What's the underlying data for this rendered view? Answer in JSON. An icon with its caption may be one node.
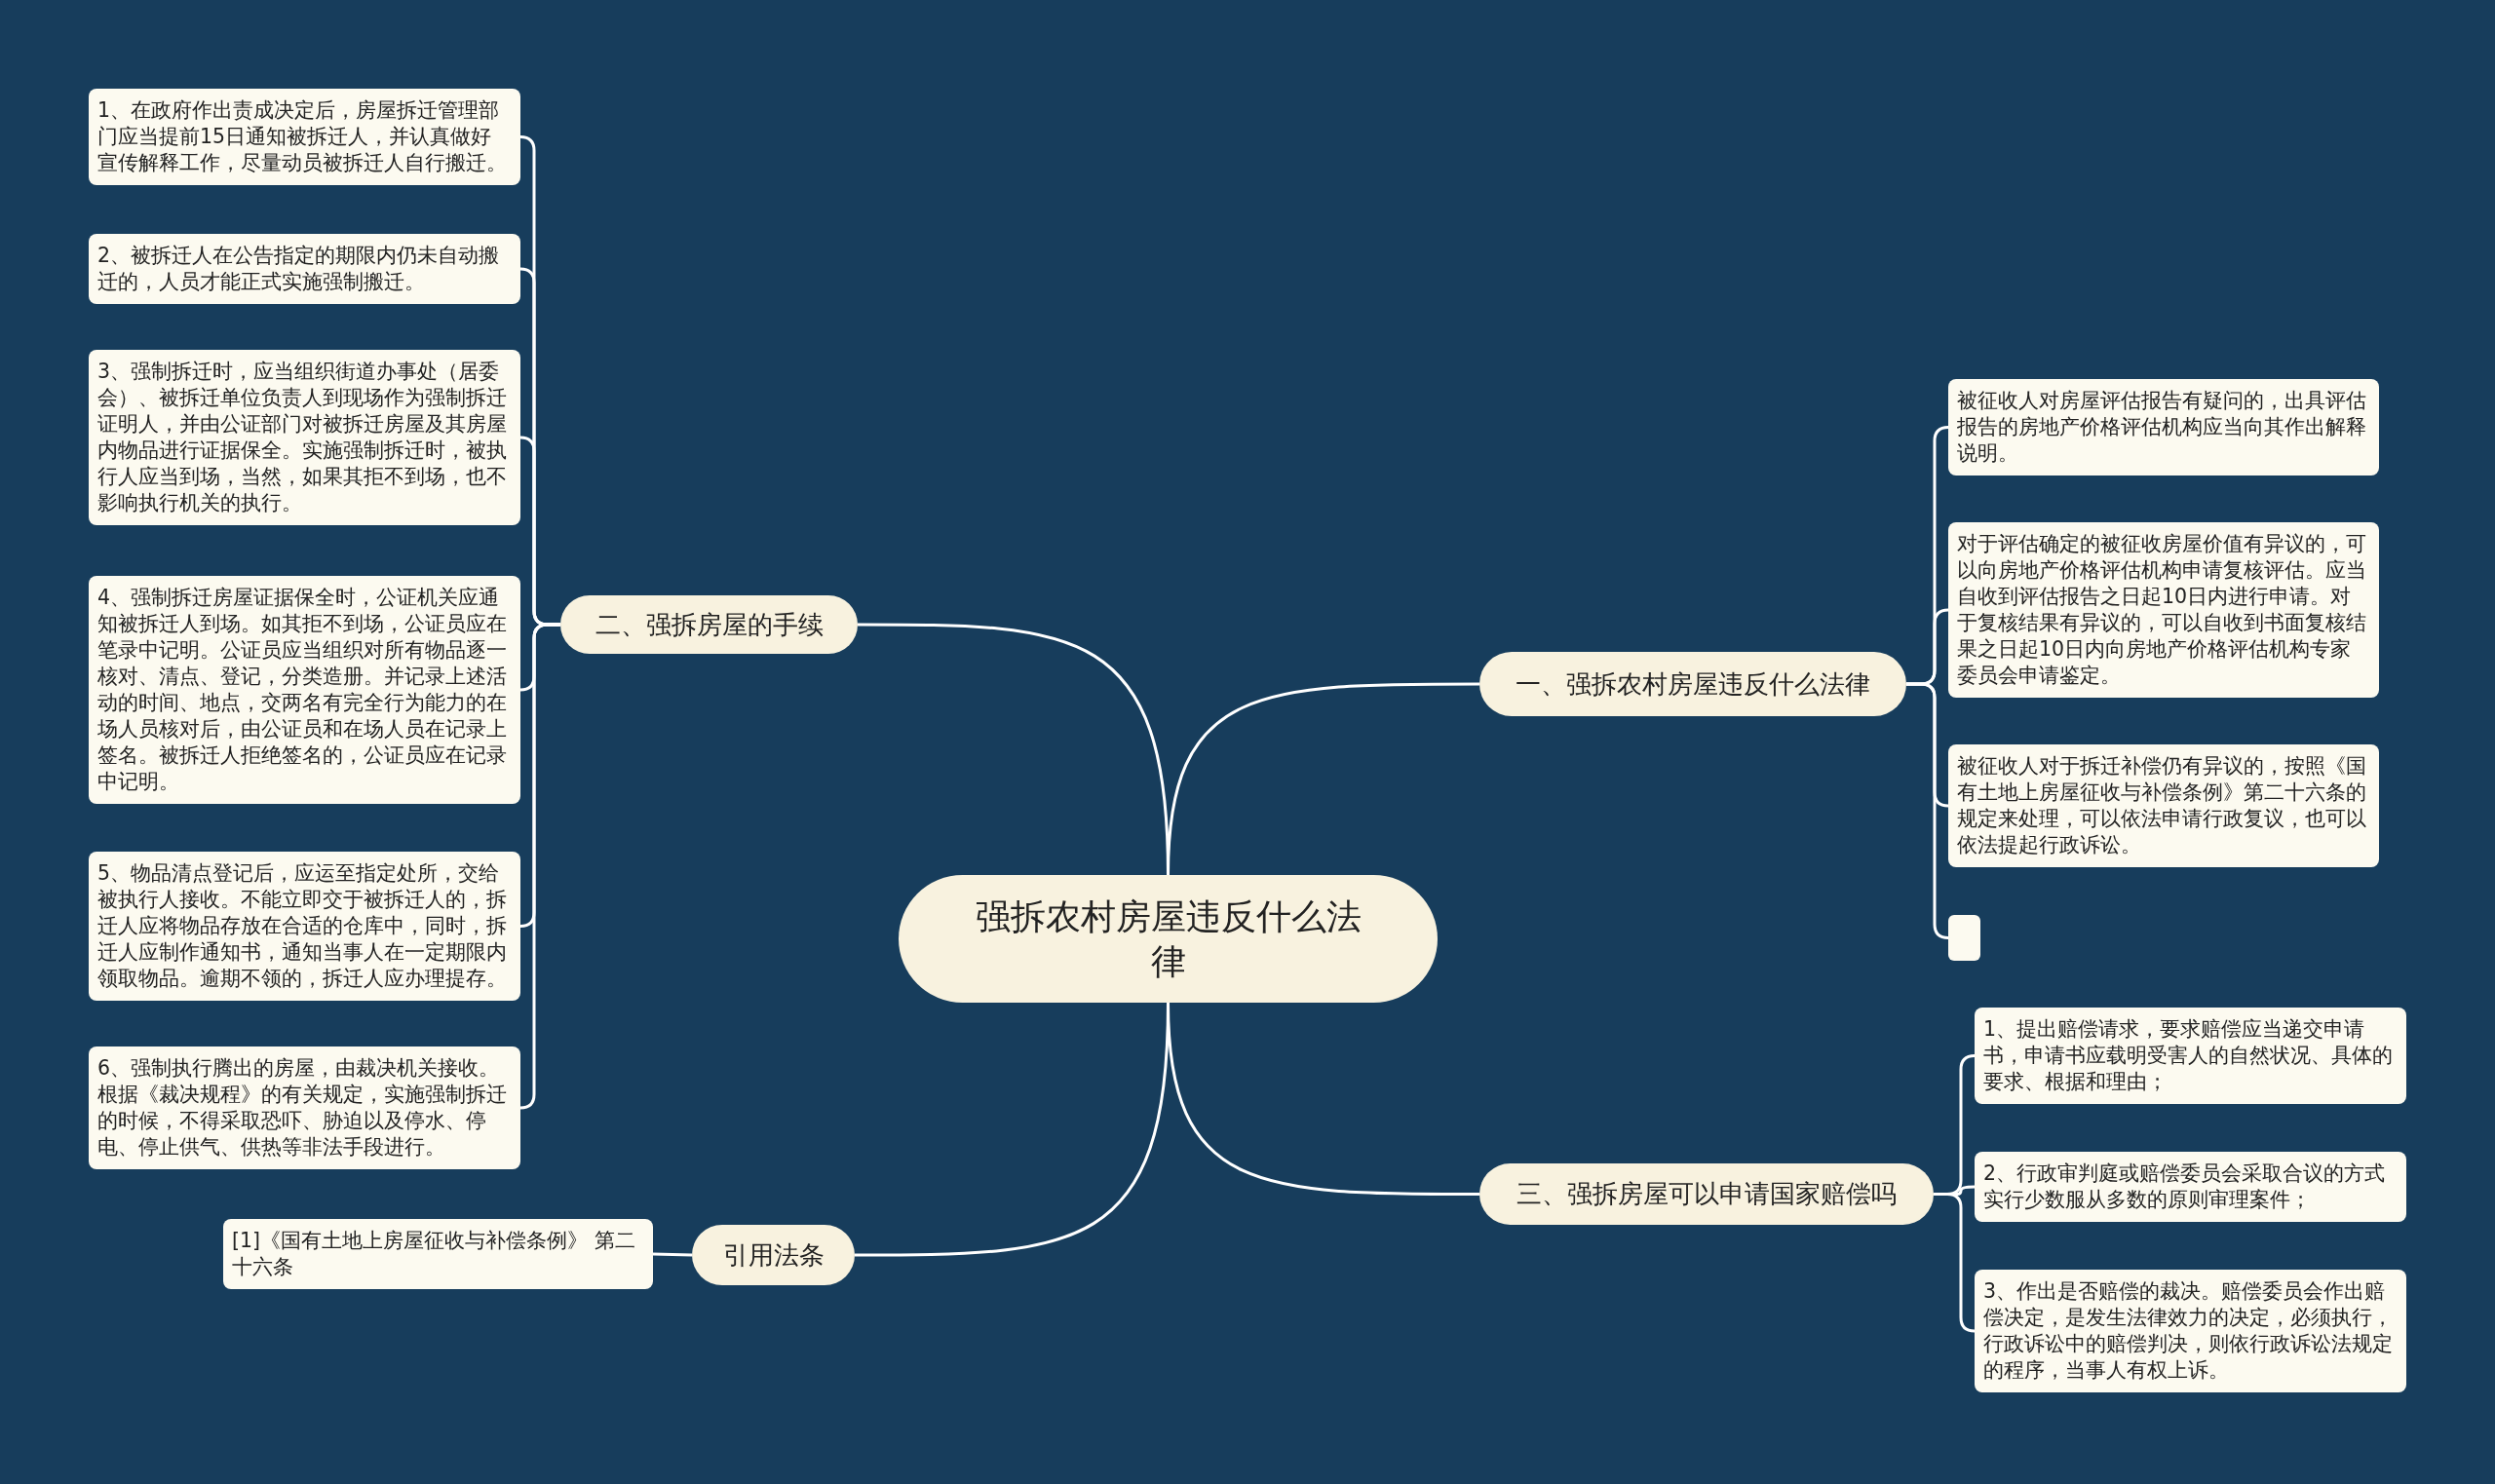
{
  "diagram": {
    "nodes": [
      {
        "text": [
          "强拆农村房屋违反什么法律"
        ]
      },
      {
        "text": [
          "一、强拆农村房屋违反什么法律"
        ]
      },
      {
        "text": [
          "被征收人对房屋评估报告有疑问的，出具评估报告的房地产价格评估机构应当向其作出解释说明。"
        ]
      },
      {
        "text": [
          "对于评估确定的被征收房屋价值有异议的，可以向房地产价格评估机构申请复核评估。应当自收到评估报告之日起10日内进行申请。对于复核结果有异议的，可以自收到书面复核结果之日起10日内向房地产价格评估机构专家委员会申请鉴定。"
        ]
      },
      {
        "text": [
          "被征收人对于拆迁补偿仍有异议的，按照《国有土地上房屋征收与补偿条例》第二十六条的规定来处理，可以依法申请行政复议，也可以依法提起行政诉讼。"
        ]
      },
      {
        "text": [],
        "shape": "box"
      },
      {
        "text": [
          "二、强拆房屋的手续"
        ]
      },
      {
        "text": [
          "1、在政府作出责成决定后，房屋拆迁管理部门应当提前15日通知被拆迁人，并认真做好宣传解释工作，尽量动员被拆迁人自行搬迁。"
        ]
      },
      {
        "text": [
          "2、被拆迁人在公告指定的期限内仍未自动搬迁的，人员才能正式实施强制搬迁。"
        ]
      },
      {
        "text": [
          "3、强制拆迁时，应当组织街道办事处（居委会）、被拆迁单位负责人到现场作为强制拆迁证明人，并由公证部门对被拆迁房屋及其房屋内物品进行证据保全。实施强制拆迁时，被执行人应当到场，当然，如果其拒不到场，也不影响执行机关的执行。"
        ]
      },
      {
        "text": [
          "4、强制拆迁房屋证据保全时，公证机关应通知被拆迁人到场。如其拒不到场，公证员应在笔录中记明。公证员应当组织对所有物品逐一核对、清点、登记，分类造册。并记录上述活动的时间、地点，交两名有完全行为能力的在场人员核对后，由公证员和在场人员在记录上签名。被拆迁人拒绝签名的，公证员应在记录中记明。"
        ]
      },
      {
        "text": [
          "5、物品清点登记后，应运至指定处所，交给被执行人接收。不能立即交于被拆迁人的，拆迁人应将物品存放在合适的仓库中，同时，拆迁人应制作通知书，通知当事人在一定期限内领取物品。逾期不领的，拆迁人应办理提存。"
        ]
      },
      {
        "text": [
          "6、强制执行腾出的房屋，由裁决机关接收。根据《裁决规程》的有关规定，实施强制拆迁的时候，不得采取恐吓、胁迫以及停水、停电、停止供气、供热等非法手段进行。"
        ]
      },
      {
        "text": [
          "三、强拆房屋可以申请国家赔偿吗"
        ]
      },
      {
        "text": [
          "1、提出赔偿请求，要求赔偿应当递交申请书，申请书应载明受害人的自然状况、具体的要求、根据和理由；"
        ]
      },
      {
        "text": [
          "2、行政审判庭或赔偿委员会采取合议的方式实行少数服从多数的原则审理案件；"
        ]
      },
      {
        "text": [
          "3、作出是否赔偿的裁决。赔偿委员会作出赔偿决定，是发生法律效力的决定，必须执行，行政诉讼中的赔偿判决，则依行政诉讼法规定的程序，当事人有权上诉。"
        ]
      },
      {
        "text": [
          "引用法条"
        ]
      },
      {
        "text": [
          "[1]《国有土地上房屋征收与补偿条例》 第二十六条"
        ]
      }
    ],
    "edges": [
      {
        "from": 0,
        "to": 1,
        "arrow": "none"
      },
      {
        "from": 1,
        "to": 2,
        "arrow": "none"
      },
      {
        "from": 1,
        "to": 3,
        "arrow": "none"
      },
      {
        "from": 1,
        "to": 4,
        "arrow": "none"
      },
      {
        "from": 1,
        "to": 5,
        "arrow": "none"
      },
      {
        "from": 0,
        "to": 6,
        "arrow": "none"
      },
      {
        "from": 6,
        "to": 7,
        "arrow": "none"
      },
      {
        "from": 6,
        "to": 8,
        "arrow": "none"
      },
      {
        "from": 6,
        "to": 9,
        "arrow": "none"
      },
      {
        "from": 6,
        "to": 10,
        "arrow": "none"
      },
      {
        "from": 6,
        "to": 11,
        "arrow": "none"
      },
      {
        "from": 6,
        "to": 12,
        "arrow": "none"
      },
      {
        "from": 0,
        "to": 13,
        "arrow": "none"
      },
      {
        "from": 13,
        "to": 14,
        "arrow": "none"
      },
      {
        "from": 13,
        "to": 15,
        "arrow": "none"
      },
      {
        "from": 13,
        "to": 16,
        "arrow": "none"
      },
      {
        "from": 0,
        "to": 17,
        "arrow": "none"
      },
      {
        "from": 17,
        "to": 18,
        "arrow": "none"
      }
    ]
  }
}
